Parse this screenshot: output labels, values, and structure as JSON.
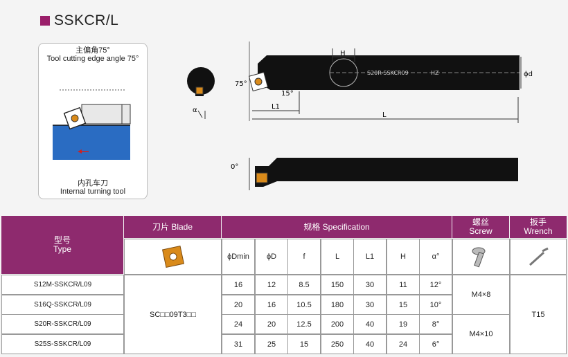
{
  "title": "SSKCR/L",
  "panel": {
    "caption_cn": "主偏角75°",
    "caption_en": "Tool cutting edge angle 75°",
    "bottom_cn": "内孔车刀",
    "bottom_en": "Internal turning tool"
  },
  "drawing": {
    "dim_H": "H",
    "dim_phid": "ϕd",
    "angle_75": "75°",
    "angle_15": "15°",
    "dim_L1": "L1",
    "dim_L": "L",
    "dim_alpha": "α",
    "angle_0": "0°",
    "shank_label": "S20R-SSKCR09",
    "shank_mark": "HZ"
  },
  "table": {
    "type_cn": "型号",
    "type_en": "Type",
    "blade_label": "刀片 Blade",
    "spec_label": "规格 Specification",
    "screw_cn": "螺丝",
    "screw_en": "Screw",
    "wrench_cn": "扳手",
    "wrench_en": "Wrench",
    "columns": [
      "ϕDmin",
      "ϕD",
      "f",
      "L",
      "L1",
      "H",
      "α°"
    ],
    "blade_code": "SC□□09T3□□",
    "screws": [
      "M4×8",
      "M4×10"
    ],
    "wrench": "T15",
    "rows": [
      {
        "type": "S12M-SSKCR/L09",
        "vals": [
          "16",
          "12",
          "8.5",
          "150",
          "30",
          "11",
          "12°"
        ]
      },
      {
        "type": "S16Q-SSKCR/L09",
        "vals": [
          "20",
          "16",
          "10.5",
          "180",
          "30",
          "15",
          "10°"
        ]
      },
      {
        "type": "S20R-SSKCR/L09",
        "vals": [
          "24",
          "20",
          "12.5",
          "200",
          "40",
          "19",
          "8°"
        ]
      },
      {
        "type": "S25S-SSKCR/L09",
        "vals": [
          "31",
          "25",
          "15",
          "250",
          "40",
          "24",
          "6°"
        ]
      }
    ]
  },
  "colors": {
    "header": "#8e2a6e",
    "insert": "#d98a1a"
  }
}
